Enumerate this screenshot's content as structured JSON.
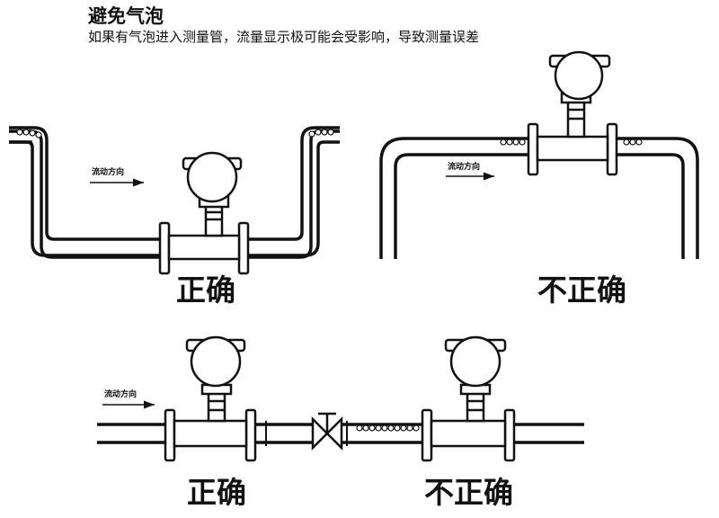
{
  "header": {
    "title": "避免气泡",
    "subtitle": "如果有气泡进入测量管，流量显示极可能会受影响，导致测量误差"
  },
  "flow_label": "流动方向",
  "verdicts": {
    "correct": "正确",
    "incorrect": "不正确"
  }
}
